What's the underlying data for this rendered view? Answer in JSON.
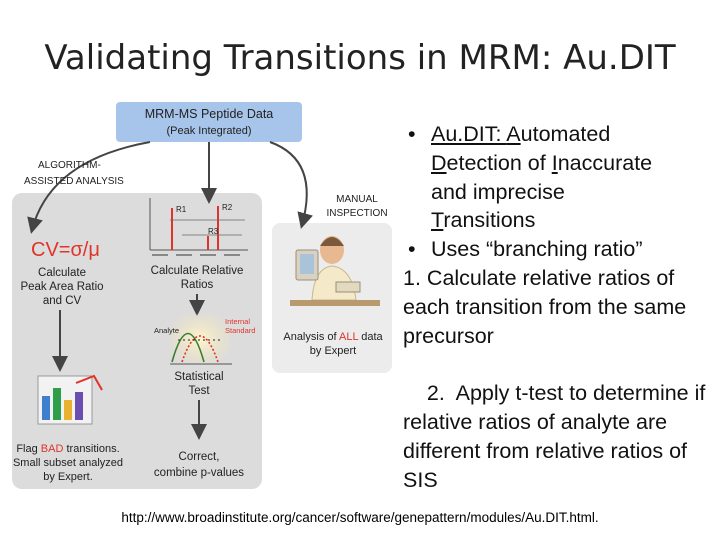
{
  "slide": {
    "title": "Validating Transitions in MRM: Au.DIT",
    "footer_url": "http://www.broadinstitute.org/cancer/software/genepattern/modules/Au.DIT.html."
  },
  "diagram": {
    "top_box_line1": "MRM-MS Peptide Data",
    "top_box_line2": "(Peak Integrated)",
    "algo_label_line1": "ALGORITHM-",
    "algo_label_line2": "ASSISTED ANALYSIS",
    "manual_label_line1": "MANUAL",
    "manual_label_line2": "INSPECTION",
    "cv_formula": "CV=σ/μ",
    "calc_peak_line1": "Calculate",
    "calc_peak_line2": "Peak Area Ratio",
    "calc_peak_line3": "and CV",
    "r1": "R1",
    "r2": "R2",
    "r3": "R3",
    "calc_rel_line1": "Calculate Relative",
    "calc_rel_line2": "Ratios",
    "analyte": "Analyte",
    "internal_line1": "Internal",
    "internal_line2": "Standard",
    "stat_line1": "Statistical",
    "stat_line2": "Test",
    "flag_line1_pre": "Flag ",
    "flag_line1_bad": "BAD",
    "flag_line1_post": " transitions.",
    "flag_line2": "Small subset analyzed",
    "flag_line3": "by Expert.",
    "correct_line1": "Correct,",
    "correct_line2": "combine p-values",
    "analysis_line1_pre": "Analysis of ",
    "analysis_line1_all": "ALL",
    "analysis_line1_post": " data",
    "analysis_line2": "by Expert"
  },
  "colors": {
    "accent_red": "#e0332a",
    "top_box_blue": "#a7c5ea",
    "panel_gray": "#dcdcdc",
    "arrow_dark": "#444444"
  },
  "bullets": {
    "b1_pre": "Au.DIT: ",
    "b1_A": "A",
    "b1_t1": "utomated",
    "b1_D": "D",
    "b1_t2": "etection of ",
    "b1_I": "I",
    "b1_t3": "naccurate",
    "b1_line3": "and imprecise",
    "b1_T": "T",
    "b1_t4": "ransitions",
    "b2": "Uses “branching ratio”",
    "s1_num": "1.",
    "s1_text": " Calculate relative ratios of each transition from the same precursor",
    "s2_num": "2.",
    "s2_text": "  Apply t-test to determine if relative ratios of analyte are different from relative ratios of SIS",
    "bullet_char": "•"
  }
}
